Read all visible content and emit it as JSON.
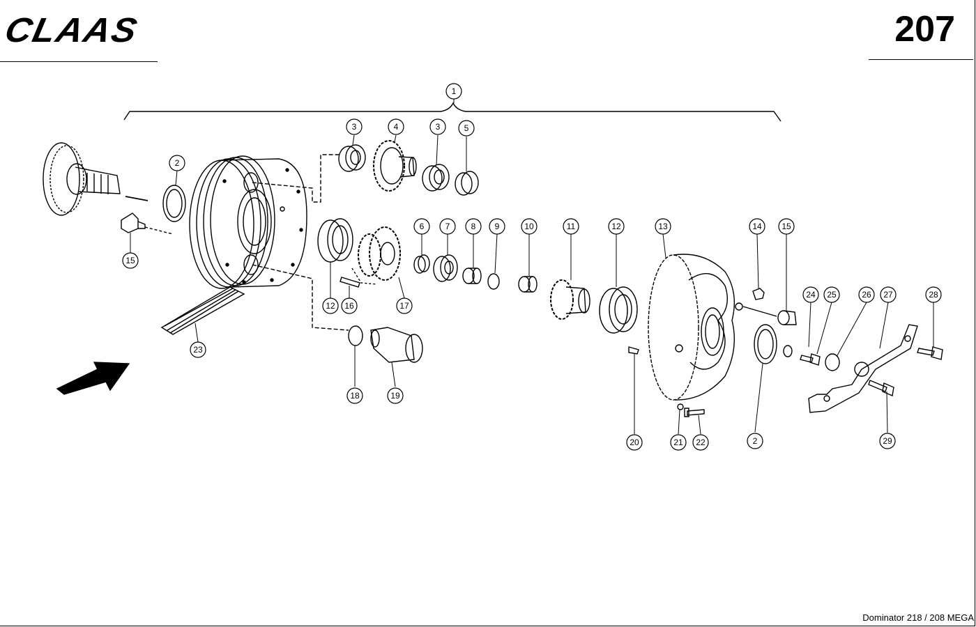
{
  "header": {
    "brand": "CLAAS",
    "page_number": "207"
  },
  "footer": {
    "model": "Dominator 218 / 208 MEGA"
  },
  "callouts": [
    "1",
    "2",
    "3",
    "4",
    "3",
    "5",
    "2",
    "15",
    "6",
    "7",
    "8",
    "9",
    "10",
    "11",
    "12",
    "13",
    "14",
    "15",
    "12",
    "16",
    "17",
    "23",
    "18",
    "19",
    "24",
    "25",
    "26",
    "27",
    "28",
    "20",
    "21",
    "22",
    "2",
    "29"
  ]
}
